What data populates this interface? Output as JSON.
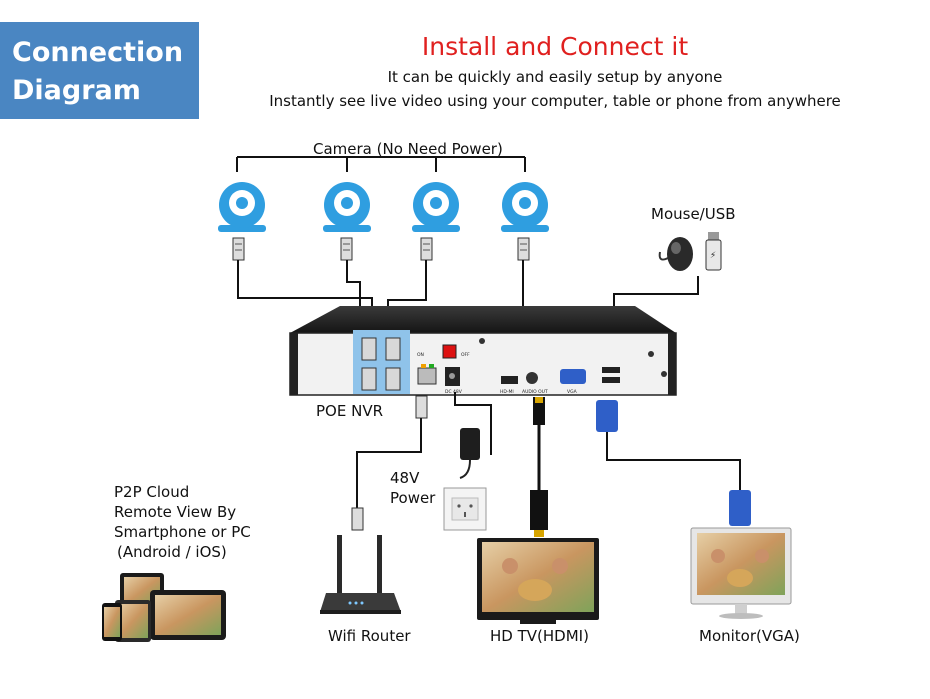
{
  "badge": {
    "line1": "Connection",
    "line2": "Diagram"
  },
  "header": {
    "title": "Install and Connect it",
    "subtitle1": "It can be quickly and easily setup by anyone",
    "subtitle2": "Instantly see live video using your computer, table or phone from anywhere"
  },
  "labels": {
    "cameras": "Camera (No Need Power)",
    "mouse_usb": "Mouse/USB",
    "nvr": "POE NVR",
    "p2p_line1": "P2P Cloud",
    "p2p_line2": "Remote View By",
    "p2p_line3": "Smartphone or PC",
    "p2p_line4": "(Android / iOS)",
    "power_line1": "48V",
    "power_line2": "Power",
    "router": "Wifi Router",
    "tv": "HD TV(HDMI)",
    "monitor": "Monitor(VGA)"
  },
  "nvr_ports": {
    "on": "ON",
    "off": "OFF",
    "hdmi": "HD-MI",
    "audio": "AUDIO OUT",
    "vga": "VGA",
    "dc": "DC 48V"
  },
  "colors": {
    "badge_bg": "#4a86c2",
    "title": "#e0201f",
    "camera_blue": "#2f9ee0",
    "port_panel": "#8fc3ea",
    "vga_blue": "#2f5fc8"
  }
}
